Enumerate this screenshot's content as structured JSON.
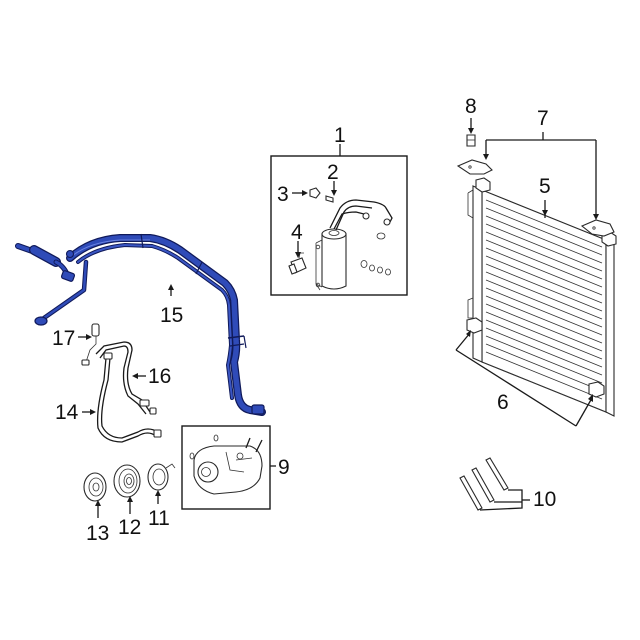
{
  "diagram": {
    "type": "exploded parts diagram",
    "subject": "A/C condenser, receiver drier, compressor and refrigerant lines",
    "highlight_color": "#2f4bb8",
    "highlight_outline": "#101a5a",
    "callouts": [
      {
        "id": "1",
        "label": "1",
        "part": "receiver drier assembly (boxed)"
      },
      {
        "id": "2",
        "label": "2",
        "part": "valve core"
      },
      {
        "id": "3",
        "label": "3",
        "part": "cap"
      },
      {
        "id": "4",
        "label": "4",
        "part": "pressure switch"
      },
      {
        "id": "5",
        "label": "5",
        "part": "condenser"
      },
      {
        "id": "6",
        "label": "6",
        "part": "lower insulators"
      },
      {
        "id": "7",
        "label": "7",
        "part": "upper brackets"
      },
      {
        "id": "8",
        "label": "8",
        "part": "bolt"
      },
      {
        "id": "9",
        "label": "9",
        "part": "compressor (boxed)"
      },
      {
        "id": "10",
        "label": "10",
        "part": "pins"
      },
      {
        "id": "11",
        "label": "11",
        "part": "clutch coil"
      },
      {
        "id": "12",
        "label": "12",
        "part": "pulley"
      },
      {
        "id": "13",
        "label": "13",
        "part": "clutch hub"
      },
      {
        "id": "14",
        "label": "14",
        "part": "discharge hose"
      },
      {
        "id": "15",
        "label": "15",
        "part": "suction line (highlighted)"
      },
      {
        "id": "16",
        "label": "16",
        "part": "liquid line"
      },
      {
        "id": "17",
        "label": "17",
        "part": "pressure switch"
      }
    ]
  }
}
